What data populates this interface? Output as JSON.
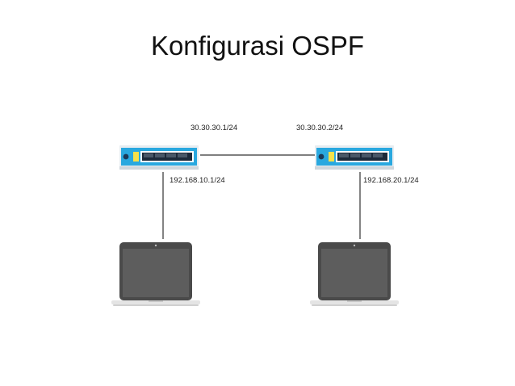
{
  "slide": {
    "title": "Konfigurasi OSPF"
  },
  "routers": [
    {
      "id": "router-1",
      "wan_ip": "30.30.30.1/24",
      "lan_ip": "192.168.10.1/24"
    },
    {
      "id": "router-2",
      "wan_ip": "30.30.30.2/24",
      "lan_ip": "192.168.20.1/24"
    }
  ],
  "colors": {
    "router_body": "#29a8df",
    "router_indicator": "#f5e14a",
    "laptop_body": "#4a4a4a",
    "laptop_screen": "#5a5a5a",
    "link": "#333333"
  },
  "icons": [
    "router-icon",
    "laptop-icon"
  ]
}
